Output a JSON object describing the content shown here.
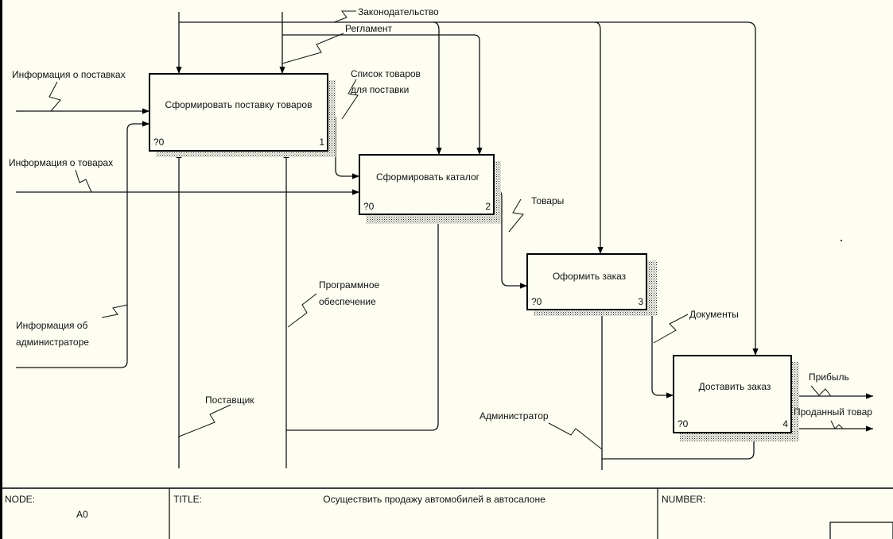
{
  "diagram": {
    "boxes": [
      {
        "title": "Сформировать поставку товаров",
        "cost": "?0",
        "number": "1"
      },
      {
        "title": "Сформировать каталог",
        "cost": "?0",
        "number": "2"
      },
      {
        "title": "Оформить заказ",
        "cost": "?0",
        "number": "3"
      },
      {
        "title": "Доставить заказ",
        "cost": "?0",
        "number": "4"
      }
    ],
    "labels": {
      "zakon": "Законодательство",
      "reglament": "Регламент",
      "info_postavki": "Информация о поставках",
      "spisok_1": "Список товаров",
      "spisok_2": "для поставки",
      "info_tovary": "Информация о товарах",
      "tovary": "Товары",
      "po_1": "Программное",
      "po_2": "обеспечение",
      "info_admin_1": "Информация об",
      "info_admin_2": "администраторе",
      "dokumenty": "Документы",
      "postavshik": "Поставщик",
      "administrator": "Администратор",
      "pribyl": "Прибыль",
      "prodanny": "Проданный товар"
    },
    "footer": {
      "node_label": "NODE:",
      "node_value": "A0",
      "title_label": "TITLE:",
      "title_value": "Осуществить продажу автомобилей в автосалоне",
      "number_label": "NUMBER:"
    },
    "colors": {
      "background": "#fefdf2",
      "frame": "#000000"
    }
  }
}
